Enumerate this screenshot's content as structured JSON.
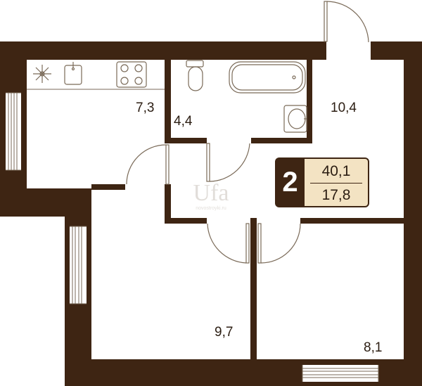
{
  "summary": {
    "rooms": "2",
    "total_area": "40,1",
    "living_area": "17,8"
  },
  "rooms": {
    "kitchen": "7,3",
    "bathroom": "4,4",
    "hall": "10,4",
    "bedroom_left": "9,7",
    "bedroom_right": "8,1"
  },
  "watermark": {
    "logo": "Ufa",
    "site": "novostroyki.ru"
  },
  "colors": {
    "wall": "#3e2513",
    "badge_fill": "#f3e3c3",
    "fixture_stroke": "#7a6a58",
    "area_text": "#2b1d12"
  },
  "icons": [
    "snowflake-icon",
    "sink-icon",
    "stove-icon",
    "toilet-icon",
    "bathtub-icon",
    "washbasin-icon"
  ]
}
